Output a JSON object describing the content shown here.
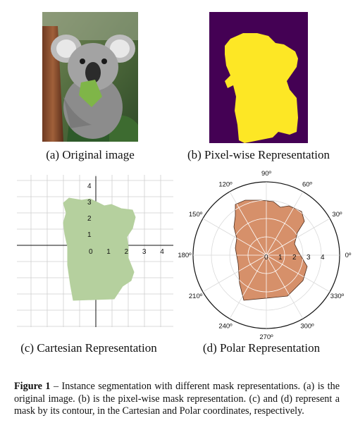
{
  "panels": {
    "a": {
      "caption": "(a) Original image"
    },
    "b": {
      "caption": "(b) Pixel-wise Representation"
    },
    "c": {
      "caption": "(c) Cartesian Representation",
      "x_ticks": [
        "0",
        "1",
        "2",
        "3",
        "4"
      ],
      "y_ticks": [
        "1",
        "2",
        "3",
        "4"
      ]
    },
    "d": {
      "caption": "(d) Polar Representation",
      "angle_labels": [
        "0º",
        "30º",
        "60º",
        "90º",
        "120º",
        "150º",
        "180º",
        "210º",
        "240º",
        "270º",
        "300º",
        "330º"
      ],
      "radial_ticks": [
        "0",
        "1",
        "2",
        "3",
        "4"
      ]
    }
  },
  "colors": {
    "mask_background": "#440154",
    "mask_foreground": "#fde725",
    "cartesian_fill": "#b5d09e",
    "polar_fill": "#d6906a"
  },
  "figure_caption": {
    "label": "Figure 1",
    "text": " – Instance segmentation with different mask representations. (a) is the original image. (b) is the pixel-wise mask representation. (c) and (d) represent a mask by its contour, in the Cartesian and Polar coordinates, respectively."
  }
}
